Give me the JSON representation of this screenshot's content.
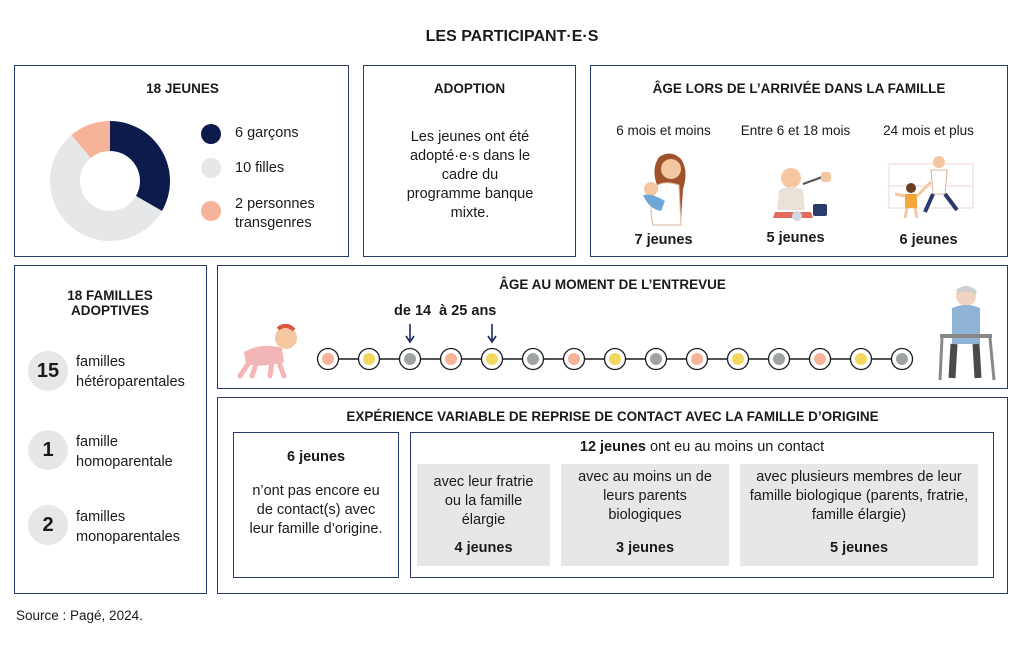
{
  "main_title": "LES PARTICIPANT·E·S",
  "jeunes": {
    "title": "18 JEUNES",
    "legend": [
      {
        "label": "6 garçons",
        "value": 6,
        "color": "#0d1b4c"
      },
      {
        "label": "10 filles",
        "value": 10,
        "color": "#e6e7e9"
      },
      {
        "label": "2 personnes transgenres",
        "value": 2,
        "color": "#f6b39a"
      }
    ]
  },
  "adoption": {
    "title": "ADOPTION",
    "text": "Les jeunes ont été adopté·e·s dans le cadre du programme banque mixte."
  },
  "age_arrivee": {
    "title": "ÂGE LORS DE L’ARRIVÉE  DANS LA FAMILLE",
    "groups": [
      {
        "label": "6 mois et moins",
        "count": "7 jeunes",
        "icon": "mother-baby-icon"
      },
      {
        "label": "Entre 6 et 18 mois",
        "count": "5 jeunes",
        "icon": "baby-feeding-icon"
      },
      {
        "label": "24 mois et plus",
        "count": "6 jeunes",
        "icon": "toddler-walking-icon"
      }
    ]
  },
  "familles": {
    "title": "18 FAMILLES ADOPTIVES",
    "items": [
      {
        "number": "15",
        "label": "familles hétéroparentales"
      },
      {
        "number": "1",
        "label": "famille homoparentale"
      },
      {
        "number": "2",
        "label": "familles monoparentales"
      }
    ]
  },
  "entrevue": {
    "title": "ÂGE AU MOMENT DE L’ENTREVUE",
    "range_label": "de 14  à 25 ans",
    "dot_colors": [
      "#f6b39a",
      "#f3d85f",
      "#9ea3a6",
      "#f6b39a",
      "#f3d85f",
      "#9ea3a6",
      "#f6b39a",
      "#f3d85f",
      "#9ea3a6",
      "#f6b39a",
      "#f3d85f",
      "#9ea3a6",
      "#f6b39a",
      "#f3d85f",
      "#9ea3a6"
    ],
    "left_icon": "crawling-baby-icon",
    "right_icon": "elderly-walker-icon"
  },
  "contact": {
    "title": "EXPÉRIENCE VARIABLE DE REPRISE DE CONTACT AVEC LA FAMILLE D’ORIGINE",
    "none": {
      "count": "6 jeunes",
      "text": "n’ont pas encore eu de contact(s) avec leur famille d’origine."
    },
    "some_count": "12 jeunes",
    "some_text": "ont eu au moins un contact",
    "cards": [
      {
        "text": "avec leur fratrie ou la famille élargie",
        "count": "4 jeunes"
      },
      {
        "text": "avec au moins un de leurs parents biologiques",
        "count": "3 jeunes"
      },
      {
        "text": "avec plusieurs membres de leur famille biologique (parents, fratrie, famille élargie)",
        "count": "5 jeunes"
      }
    ]
  },
  "source": "Source : Pagé, 2024."
}
